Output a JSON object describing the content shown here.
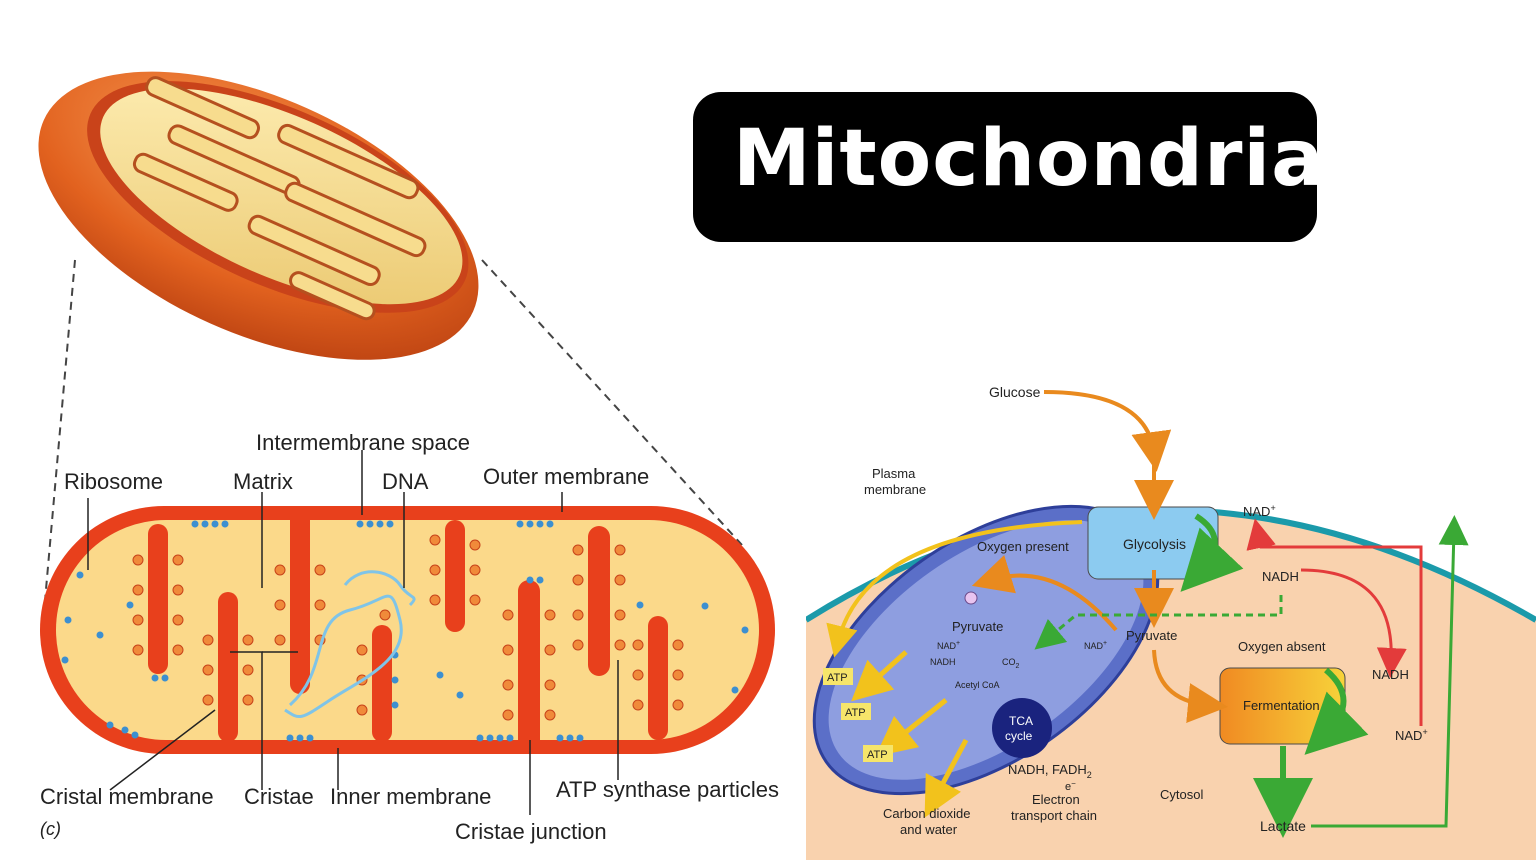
{
  "title": "Mitochondria",
  "structure_labels": {
    "intermembrane_space": "Intermembrane space",
    "ribosome": "Ribosome",
    "matrix": "Matrix",
    "dna": "DNA",
    "outer_membrane": "Outer membrane",
    "cristal_membrane": "Cristal membrane",
    "cristae": "Cristae",
    "inner_membrane": "Inner membrane",
    "cristae_junction": "Cristae junction",
    "atp_synthase": "ATP synthase particles",
    "figure_tag": "(c)"
  },
  "metabolism_labels": {
    "glucose": "Glucose",
    "plasma_membrane_1": "Plasma",
    "plasma_membrane_2": "membrane",
    "glycolysis": "Glycolysis",
    "nad_plus_top": "NAD",
    "nadh_top": "NADH",
    "oxygen_present": "Oxygen present",
    "oxygen_absent": "Oxygen absent",
    "pyruvate_inner": "Pyruvate",
    "pyruvate_outer": "Pyruvate",
    "nad_small": "NAD",
    "nad_small_2": "NAD",
    "nadh_small": "NADH",
    "co2": "CO",
    "acetyl_coa": "Acetyl CoA",
    "tca_1": "TCA",
    "tca_2": "cycle",
    "nadh_fadh": "NADH, FADH",
    "electron": "e",
    "etc_1": "Electron",
    "etc_2": "transport chain",
    "atp_1": "ATP",
    "atp_2": "ATP",
    "atp_3": "ATP",
    "carbon_1": "Carbon dioxide",
    "carbon_2": "and water",
    "fermentation": "Fermentation",
    "nadh_right": "NADH",
    "nad_right": "NAD",
    "lactate": "Lactate",
    "cytosol": "Cytosol"
  },
  "colors": {
    "title_bg": "#000000",
    "membrane_red": "#e8401c",
    "matrix_yellow": "#fbd98a",
    "cell_bg": "#f9d2ae",
    "membrane_teal": "#1b9aaa",
    "mito_blue": "#7d8fd8",
    "glycolysis_blue": "#8ccbf0",
    "arrow_green": "#3aa935",
    "arrow_red": "#e33b3b",
    "arrow_orange": "#f0a030"
  }
}
